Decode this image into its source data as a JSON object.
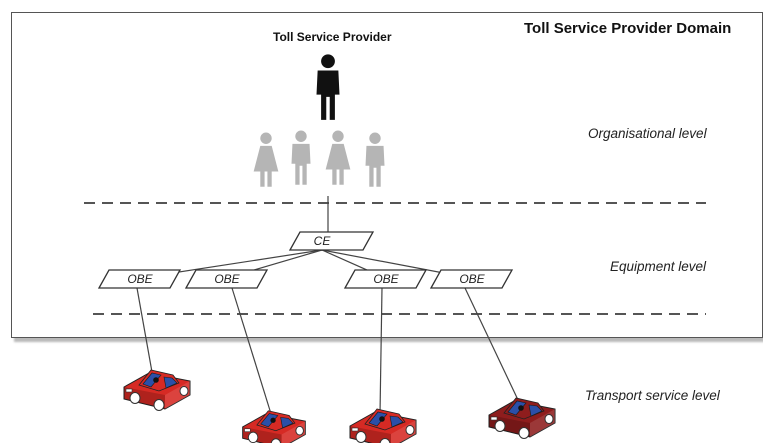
{
  "domain": {
    "title": "Toll Service Provider Domain",
    "provider_label": "Toll Service Provider"
  },
  "levels": {
    "organisational": "Organisational level",
    "equipment": "Equipment level",
    "transport": "Transport service level"
  },
  "nodes": {
    "central": "CE",
    "obe": [
      "OBE",
      "OBE",
      "OBE",
      "OBE"
    ]
  },
  "vehicles": [
    {
      "color": "#d62a24"
    },
    {
      "color": "#d62a24"
    },
    {
      "color": "#d62a24"
    },
    {
      "color": "#8e1d1d"
    }
  ],
  "colors": {
    "provider": "#111111",
    "staff": "#b5b5b5",
    "line": "#444444",
    "car_window": "#2b4fa8"
  }
}
